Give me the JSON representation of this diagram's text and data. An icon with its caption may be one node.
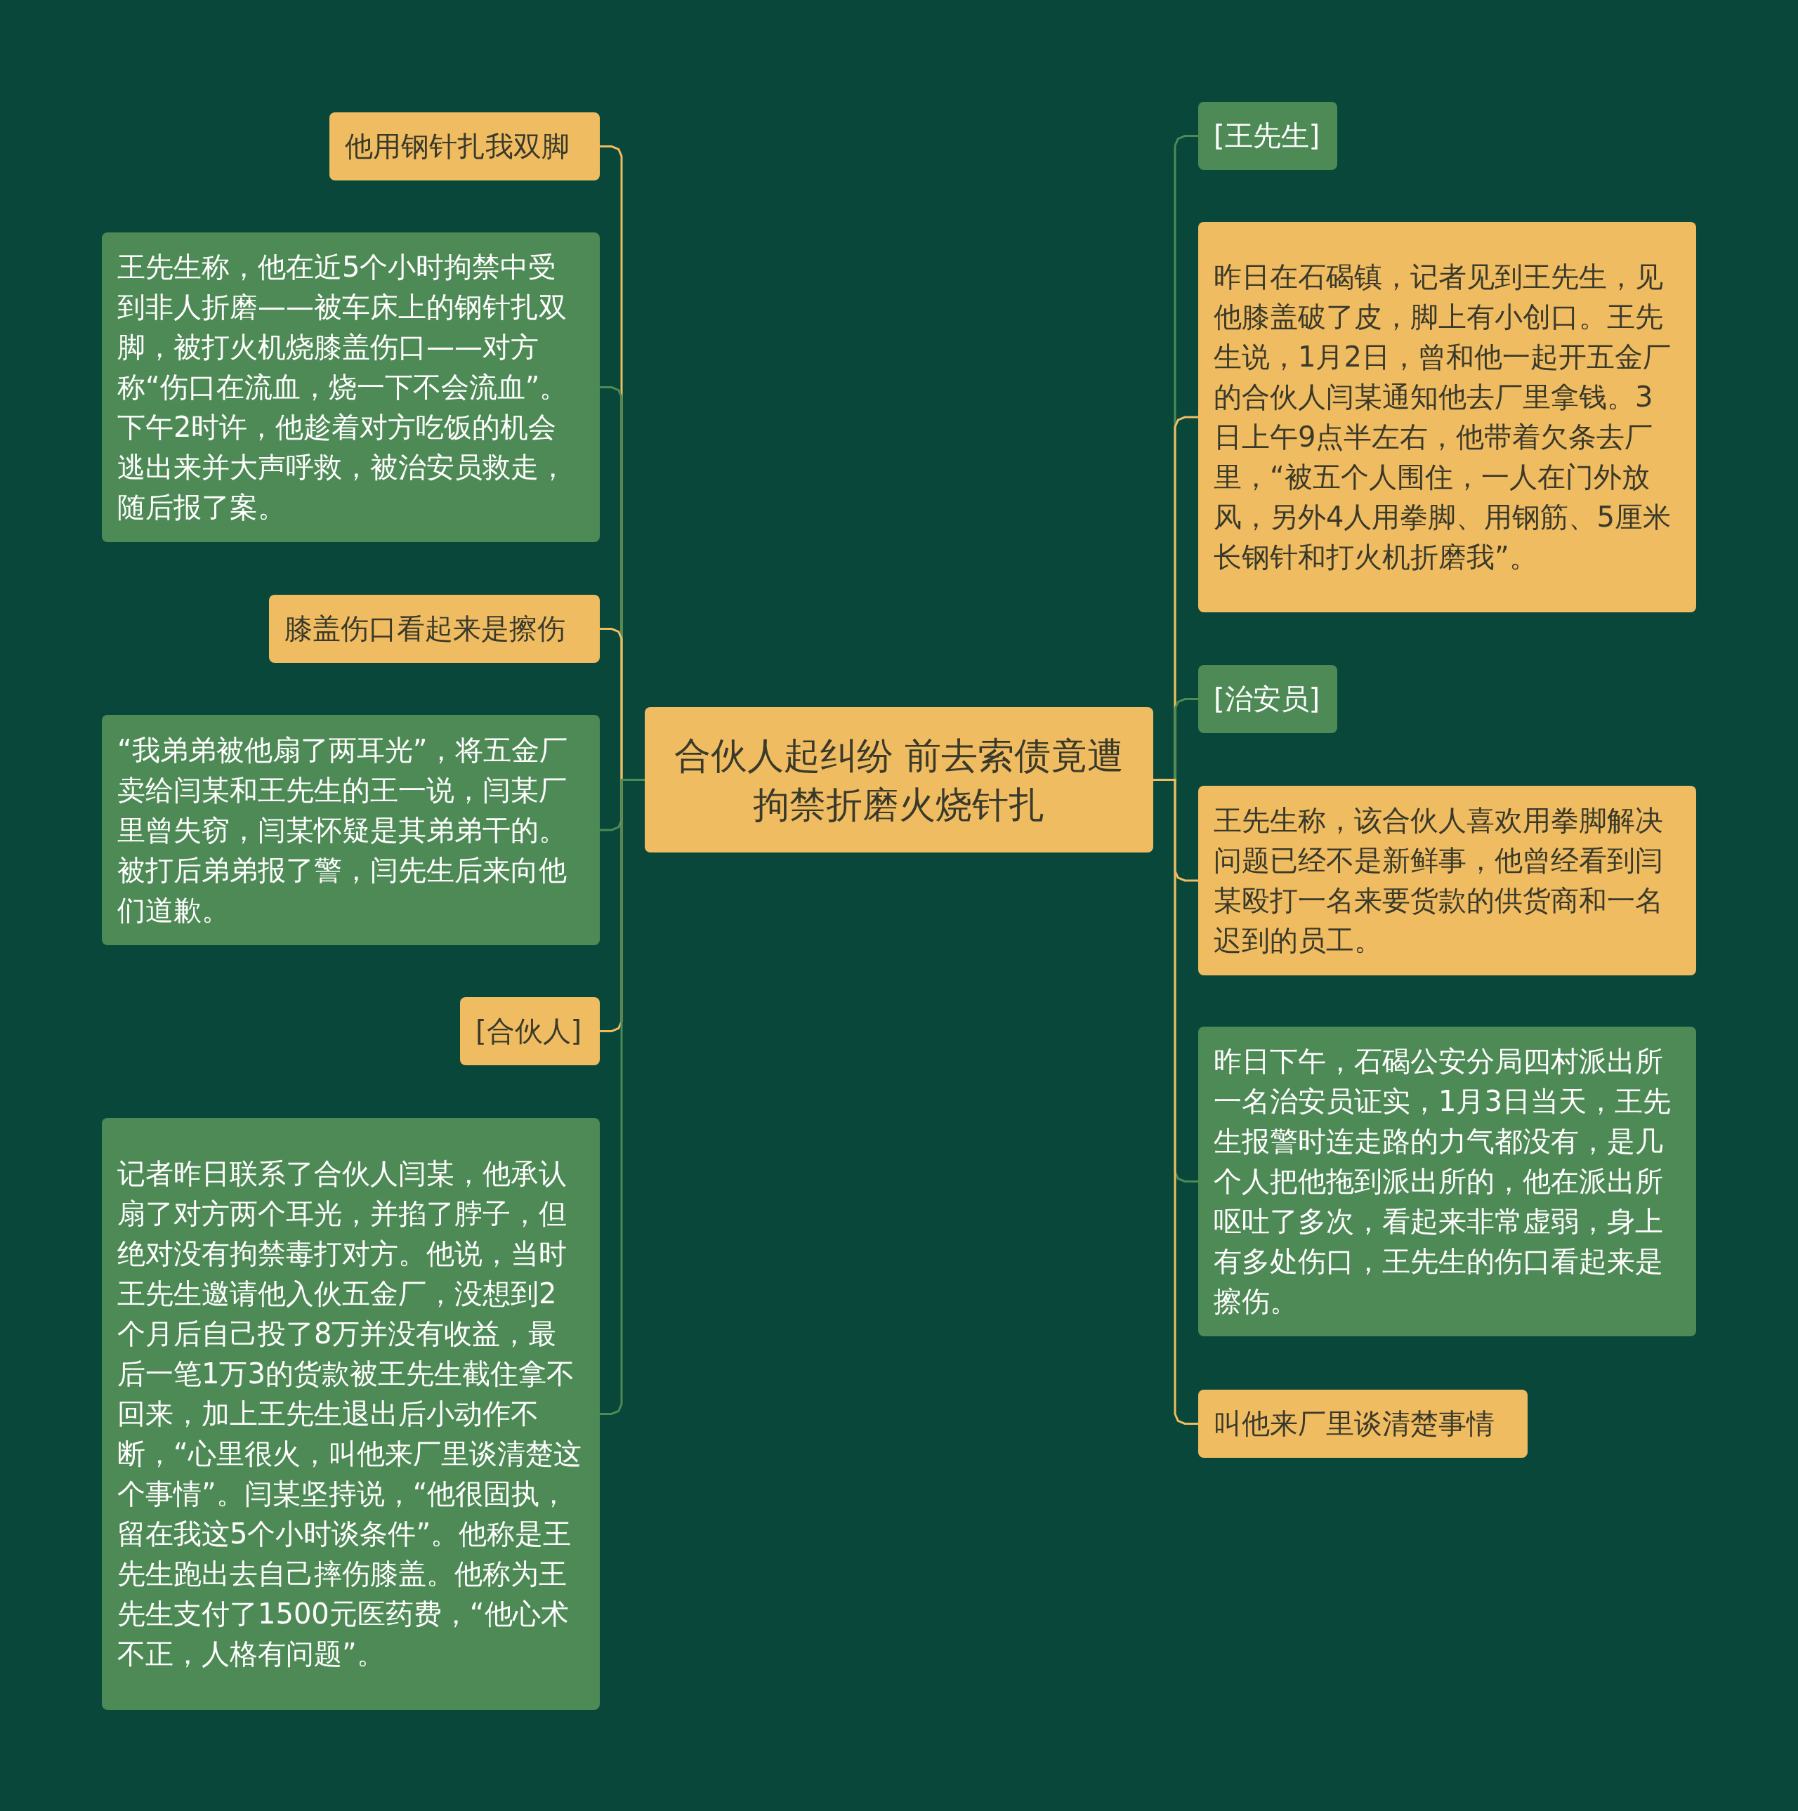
{
  "diagram": {
    "nodes": [
      {
        "text": [
          "合伙人起纠纷 前去索债竟遭拘禁折磨火烧针扎"
        ]
      },
      {
        "text": [
          "他用钢针扎我双脚"
        ]
      },
      {
        "text": [
          "王先生称，他在近5个小时拘禁中受到非人折磨——被车床上的钢针扎双脚，被打火机烧膝盖伤口——对方称“伤口在流血，烧一下不会流血”。下午2时许，他趁着对方吃饭的机会逃出来并大声呼救，被治安员救走，随后报了案。"
        ]
      },
      {
        "text": [
          "膝盖伤口看起来是擦伤"
        ]
      },
      {
        "text": [
          "“我弟弟被他扇了两耳光”，将五金厂卖给闫某和王先生的王一说，闫某厂里曾失窃，闫某怀疑是其弟弟干的。被打后弟弟报了警，闫先生后来向他们道歉。"
        ]
      },
      {
        "text": [
          "[合伙人]"
        ]
      },
      {
        "text": [
          "记者昨日联系了合伙人闫某，他承认扇了对方两个耳光，并掐了脖子，但绝对没有拘禁毒打对方。他说，当时王先生邀请他入伙五金厂，没想到2个月后自己投了8万并没有收益，最后一笔1万3的货款被王先生截住拿不回来，加上王先生退出后小动作不断，“心里很火，叫他来厂里谈清楚这个事情”。闫某坚持说，“他很固执，留在我这5个小时谈条件”。他称是王先生跑出去自己摔伤膝盖。他称为王先生支付了1500元医药费，“他心术不正，人格有问题”。"
        ]
      },
      {
        "text": [
          "[王先生]"
        ]
      },
      {
        "text": [
          "昨日在石碣镇，记者见到王先生，见他膝盖破了皮，脚上有小创口。王先生说，1月2日，曾和他一起开五金厂的合伙人闫某通知他去厂里拿钱。3日上午9点半左右，他带着欠条去厂里，“被五个人围住，一人在门外放风，另外4人用拳脚、用钢筋、5厘米长钢针和打火机折磨我”。"
        ]
      },
      {
        "text": [
          "[治安员]"
        ]
      },
      {
        "text": [
          "王先生称，该合伙人喜欢用拳脚解决问题已经不是新鲜事，他曾经看到闫某殴打一名来要货款的供货商和一名迟到的员工。"
        ]
      },
      {
        "text": [
          "昨日下午，石碣公安分局四村派出所一名治安员证实，1月3日当天，王先生报警时连走路的力气都没有，是几个人把他拖到派出所的，他在派出所呕吐了多次，看起来非常虚弱，身上有多处伤口，王先生的伤口看起来是擦伤。"
        ]
      },
      {
        "text": [
          "叫他来厂里谈清楚事情"
        ]
      }
    ],
    "edges": [
      {
        "from": 0,
        "to": 1,
        "arrow": "none"
      },
      {
        "from": 0,
        "to": 2,
        "arrow": "none",
        "color": "#4e8a55"
      },
      {
        "from": 0,
        "to": 3,
        "arrow": "none"
      },
      {
        "from": 0,
        "to": 4,
        "arrow": "none",
        "color": "#4e8a55"
      },
      {
        "from": 0,
        "to": 5,
        "arrow": "none"
      },
      {
        "from": 0,
        "to": 6,
        "arrow": "none",
        "color": "#4e8a55"
      },
      {
        "from": 0,
        "to": 7,
        "arrow": "none",
        "color": "#4e8a55"
      },
      {
        "from": 0,
        "to": 8,
        "arrow": "none"
      },
      {
        "from": 0,
        "to": 9,
        "arrow": "none",
        "color": "#4e8a55"
      },
      {
        "from": 0,
        "to": 10,
        "arrow": "none"
      },
      {
        "from": 0,
        "to": 11,
        "arrow": "none",
        "color": "#4e8a55"
      },
      {
        "from": 0,
        "to": 12,
        "arrow": "none"
      }
    ]
  }
}
